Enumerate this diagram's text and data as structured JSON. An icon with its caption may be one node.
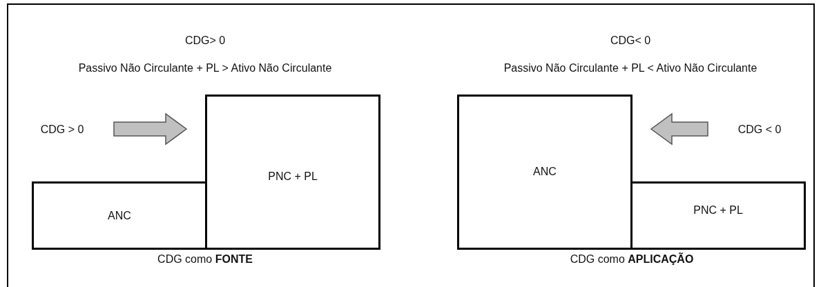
{
  "diagram": {
    "nodes": [
      {
        "text": [
          "CDG > 0"
        ]
      },
      {
        "text": [
          "ANC"
        ]
      },
      {
        "text": [
          "PNC + PL"
        ]
      },
      {
        "text": [
          "ANC"
        ]
      },
      {
        "text": [
          "PNC + PL"
        ]
      },
      {
        "text": [
          "CDG < 0"
        ]
      }
    ],
    "edges": [
      {
        "from": 0,
        "to": 2,
        "arrow": "to"
      },
      {
        "from": 5,
        "to": 3,
        "arrow": "to"
      }
    ],
    "labels": [
      "CDG> 0",
      "CDG< 0",
      "Passivo Não Circulante + PL > Ativo Não Circulante",
      "Passivo Não Circulante + PL < Ativo Não Circulante",
      "CDG como **FONTE**",
      "CDG como **APLICAÇÃO**"
    ]
  }
}
